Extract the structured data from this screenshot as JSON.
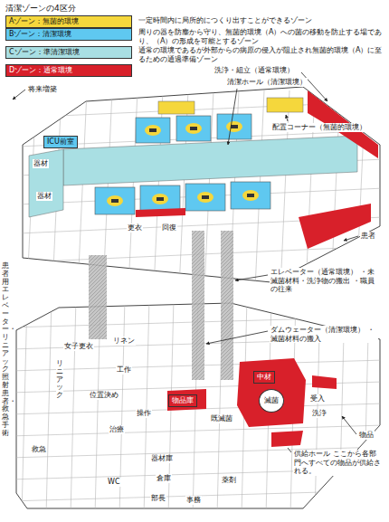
{
  "diagram": {
    "title": "清潔ゾーンの4区分",
    "nodes": [
      {
        "text": [
          "ICU前室"
        ]
      },
      {
        "text": [
          "物品庫"
        ]
      },
      {
        "text": [
          "中材"
        ]
      },
      {
        "text": [
          "滅菌"
        ]
      }
    ],
    "labels": [
      "一定時間内に局所的につくり出すことができるゾーン",
      "周りの器を防塵から守り、無菌的環境（A）への菌の移動を防止する場であり、（A）の形成を可能とするゾーン",
      "通常の環境であるが外部からの病原の侵入が阻止され無菌的環境（A）に至るための通過準備ゾーン",
      "洗浄・組立（通常環境）",
      "清潔ホール（清潔環境）",
      "配置コーナー（無菌的環境）",
      "将来増築",
      "器材",
      "器材",
      "更衣",
      "回復",
      "患者",
      "患者用エレベーター・リニアック照射患者・救急手術",
      "エレベーター（通常環境） ・未滅菌材料・洗浄物の搬出 ・職員の往来",
      "ダムウェーター（清潔環境） ・滅菌材料の搬入",
      "女子更衣",
      "リネン",
      "工作",
      "位置決め",
      "リニアック",
      "治療",
      "操作",
      "救急",
      "WC",
      "器材庫",
      "倉庫",
      "部長",
      "事務",
      "薬剤",
      "既滅菌",
      "受入",
      "洗浄",
      "物品",
      "供給ホール ここから各部門へすべての物品が供給される。"
    ],
    "legend": [
      {
        "text": "Aゾーン：無菌的環境",
        "color": "#f5d73c"
      },
      {
        "text": "Bゾーン：清潔環境",
        "color": "#5fc8f0"
      },
      {
        "text": "Cゾーン：準清潔環境",
        "color": "#a9dfe3"
      },
      {
        "text": "Dゾーン：通常環境",
        "color": "#d8202a"
      }
    ]
  }
}
